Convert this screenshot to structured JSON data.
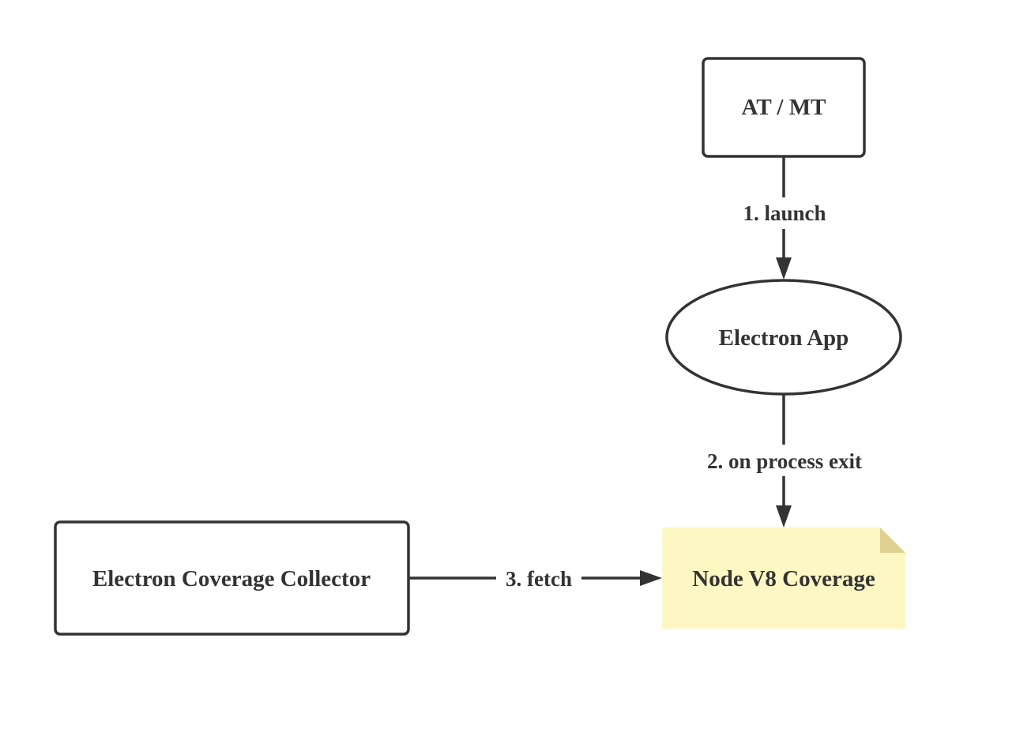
{
  "nodes": {
    "at_mt": {
      "label": "AT / MT",
      "shape": "rounded-rectangle"
    },
    "electron_app": {
      "label": "Electron App",
      "shape": "ellipse"
    },
    "node_v8_coverage": {
      "label": "Node V8 Coverage",
      "shape": "note",
      "fill": "#FDF7C3",
      "fold_color": "#E0D191"
    },
    "electron_coverage_collector": {
      "label": "Electron Coverage Collector",
      "shape": "rounded-rectangle"
    }
  },
  "edges": [
    {
      "from": "at_mt",
      "to": "electron_app",
      "label": "1. launch"
    },
    {
      "from": "electron_app",
      "to": "node_v8_coverage",
      "label": "2. on process exit"
    },
    {
      "from": "electron_coverage_collector",
      "to": "node_v8_coverage",
      "label": "3. fetch"
    }
  ],
  "colors": {
    "stroke": "#333333",
    "text": "#333333",
    "background": "#FFFFFF"
  }
}
